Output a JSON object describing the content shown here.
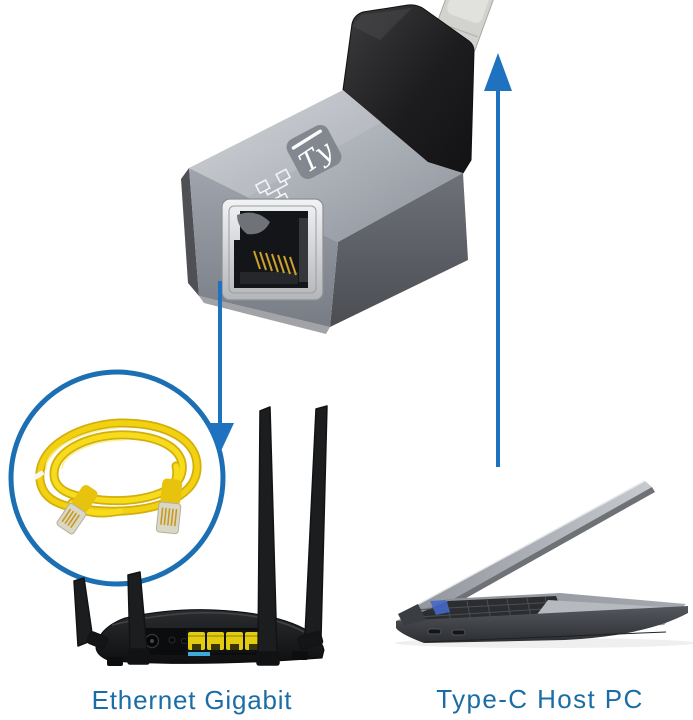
{
  "diagram": {
    "type": "product-connection-diagram",
    "captions": {
      "left": "Ethernet Gigabit",
      "right": "Type-C Host PC"
    },
    "adapter": {
      "brand_logo_text": "Ty"
    },
    "colors": {
      "label_blue": "#1a6da6",
      "arrow_blue": "#1e72c0",
      "circle_blue": "#1b6fb2",
      "cable_yellow": "#f2d111",
      "port_yellow": "#e3cb10",
      "wan_strip_blue": "#41a8da",
      "background": "#ffffff"
    }
  }
}
